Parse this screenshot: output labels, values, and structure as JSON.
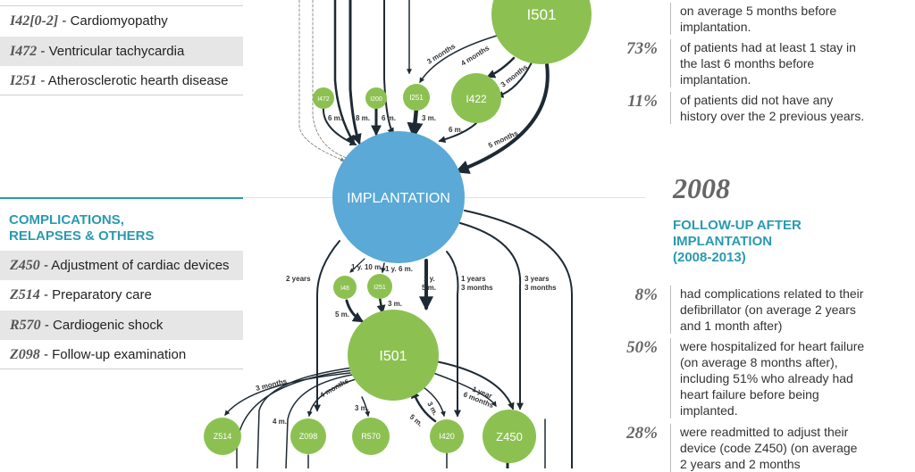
{
  "colors": {
    "teal": "#2a9ab0",
    "green": "#8cc152",
    "blue": "#5aa9d6",
    "arrow": "#1e2a33"
  },
  "legend_top": [
    {
      "code": "I42[0-2]",
      "desc": "Cardiomyopathy"
    },
    {
      "code": "I472",
      "desc": "Ventricular tachycardia"
    },
    {
      "code": "I251",
      "desc": "Atherosclerotic hearth disease"
    }
  ],
  "complications": {
    "title_line1": "COMPLICATIONS,",
    "title_line2": "RELAPSES & OTHERS",
    "items": [
      {
        "code": "Z450",
        "desc": "Adjustment of cardiac devices"
      },
      {
        "code": "Z514",
        "desc": "Preparatory care"
      },
      {
        "code": "R570",
        "desc": "Cardiogenic shock"
      },
      {
        "code": "Z098",
        "desc": "Follow-up examination"
      }
    ]
  },
  "nodes": {
    "i501_top": "I501",
    "i472": "I472",
    "i200": "I200",
    "i251_top": "I251",
    "i422": "I422",
    "implantation": "IMPLANTATION",
    "i48": "I48",
    "i251_mid": "I251",
    "i501_mid": "I501",
    "z514": "Z514",
    "z098": "Z098",
    "r570": "R570",
    "i420": "I420",
    "z450": "Z450"
  },
  "edge_labels": {
    "e1": "3 months",
    "e2": "4 months",
    "e3": "3 months",
    "e4": "6 m.",
    "e5": "8 m.",
    "e6": "6 m.",
    "e7": "3 m.",
    "e8": "6 m.",
    "e9": "5 months",
    "e10": "2 years",
    "e11": "1 y. 10 m.",
    "e12": "1 y. 6 m.",
    "e13": "1 y.",
    "e14": "5 m.",
    "e15": "1 years",
    "e16": "3 months",
    "e17": "3 years",
    "e18": "3 months",
    "e19": "5 m.",
    "e20": "3 m.",
    "e21": "3 months",
    "e22": "4 months",
    "e23": "4 m.",
    "e24": "3 m.",
    "e25": "3 m.",
    "e26": "5 m.",
    "e27": "1 year",
    "e28": "6 months"
  },
  "stats_before": [
    {
      "pct": "",
      "text": "on average 5 months before implantation."
    },
    {
      "pct": "73%",
      "text": "of patients had at least 1 stay in the last 6 months before implantation."
    },
    {
      "pct": "11%",
      "text": "of patients did not have any history over the 2 previous years."
    }
  ],
  "year": "2008",
  "followup": {
    "line1": "FOLLOW-UP AFTER",
    "line2": "IMPLANTATION",
    "line3": "(2008-2013)"
  },
  "stats_after": [
    {
      "pct": "8%",
      "text": "had complications related to their defibrillator (on average 2 years and 1 month after)"
    },
    {
      "pct": "50%",
      "text": "were hospitalized for heart failure (on average 8 months after), including 51% who already had heart failure before being implanted."
    },
    {
      "pct": "28%",
      "text": "were readmitted to adjust their device (code Z450) (on average 2 years and 2 months"
    }
  ]
}
